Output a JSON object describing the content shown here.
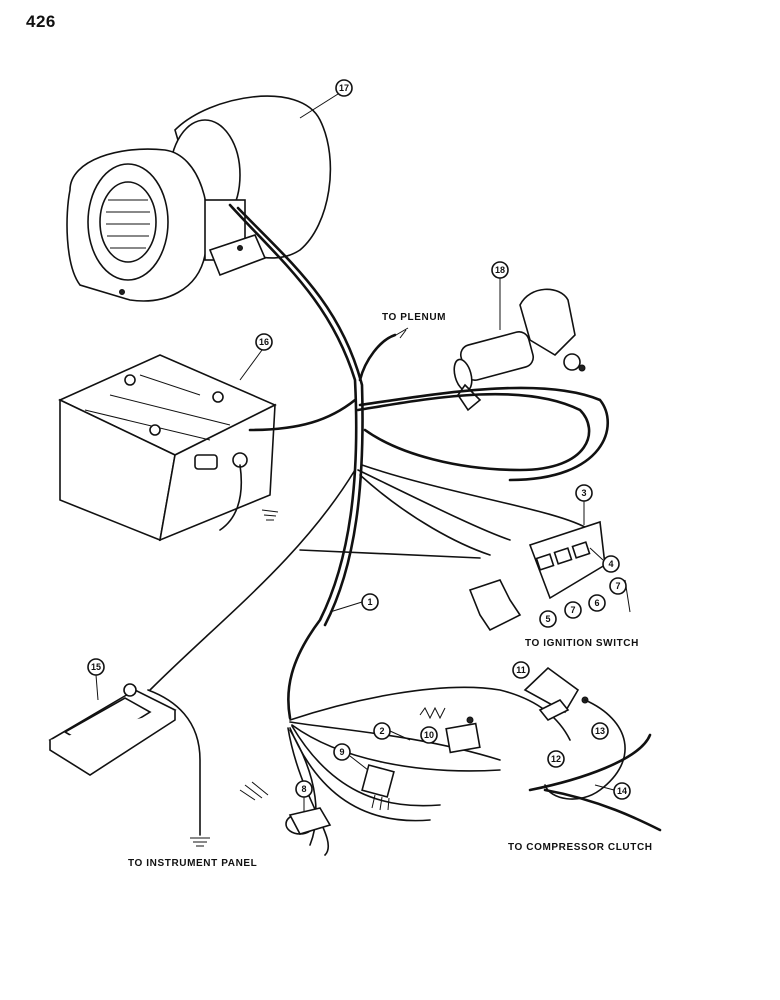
{
  "page": {
    "number": "426"
  },
  "labels": {
    "to_plenum": "TO PLENUM",
    "to_ignition_switch": "TO IGNITION SWITCH",
    "to_compressor_clutch": "TO COMPRESSOR CLUTCH",
    "to_instrument_panel": "TO INSTRUMENT PANEL"
  },
  "callouts": {
    "c1": "1",
    "c2": "2",
    "c3": "3",
    "c4": "4",
    "c5": "5",
    "c6": "6",
    "c7a": "7",
    "c7b": "7",
    "c8": "8",
    "c9": "9",
    "c10": "10",
    "c11": "11",
    "c12": "12",
    "c13": "13",
    "c14": "14",
    "c15": "15",
    "c16": "16",
    "c17": "17",
    "c18": "18"
  }
}
